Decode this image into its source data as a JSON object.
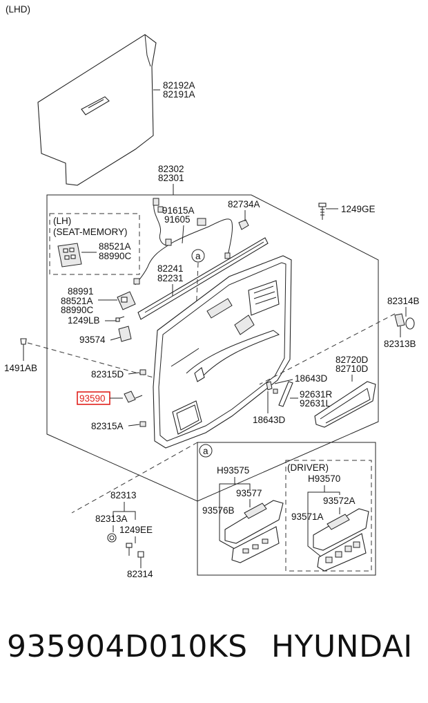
{
  "diagram": {
    "variant_label": "(LHD)",
    "callouts": {
      "c82192A": "82192A",
      "c82191A": "82191A",
      "c82302": "82302",
      "c82301": "82301",
      "c91615A": "91615A",
      "c91605": "91605",
      "c82734A": "82734A",
      "c1249GE": "1249GE",
      "lh": "(LH)",
      "seat_memory": "(SEAT-MEMORY)",
      "c88521A_a": "88521A",
      "c88990C_a": "88990C",
      "c82241": "82241",
      "c82231": "82231",
      "c88991": "88991",
      "c88521A_b": "88521A",
      "c88990C_b": "88990C",
      "c1249LB": "1249LB",
      "c93574": "93574",
      "c1491AB": "1491AB",
      "c82314B": "82314B",
      "c82313B": "82313B",
      "c82315D": "82315D",
      "c93590": "93590",
      "c82315A": "82315A",
      "c18643D_a": "18643D",
      "c92631R": "92631R",
      "c92631L": "92631L",
      "c18643D_b": "18643D",
      "c82720D": "82720D",
      "c82710D": "82710D",
      "detail_a_top": "a",
      "detail_a_box": "a",
      "cH93575": "H93575",
      "c93577": "93577",
      "c93576B": "93576B",
      "driver": "(DRIVER)",
      "cH93570": "H93570",
      "c93572A": "93572A",
      "c93571A": "93571A",
      "c82313": "82313",
      "c82313A": "82313A",
      "c1249EE": "1249EE",
      "c82314": "82314"
    },
    "highlight_part": "93590",
    "highlight_color": "#e0201b"
  },
  "footer": {
    "part_number": "935904D010KS",
    "brand": "HYUNDAI"
  }
}
